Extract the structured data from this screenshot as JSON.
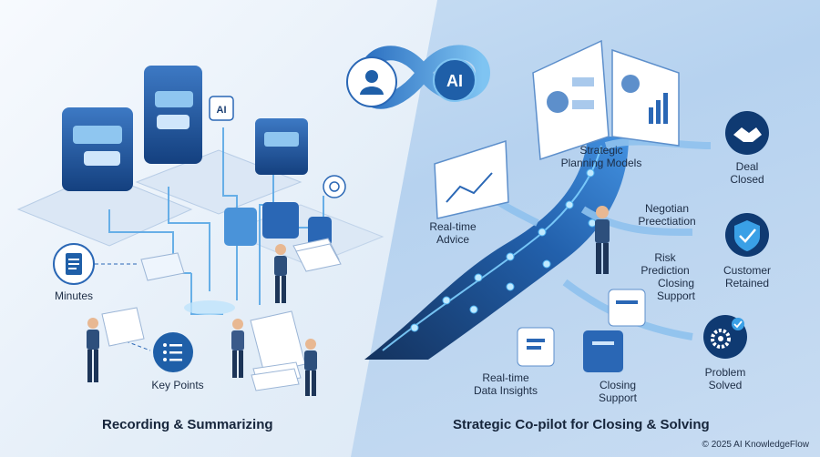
{
  "center": {
    "logo_text": "AI"
  },
  "left": {
    "chip_text": "AI",
    "labels": {
      "minutes": "Minutes",
      "key_points": "Key Points"
    },
    "title": "Recording & Summarizing"
  },
  "right": {
    "labels": {
      "strategic_planning": "Strategic\nPlanning Models",
      "realtime_advice": "Real-time\nAdvice",
      "negotiation": "Negotian\nPreectiation",
      "risk": "Risk\nPrediction",
      "closing_support_1": "Closing\nSupport",
      "realtime_data": "Real-time\nData Insights",
      "closing_support_2": "Closing\nSupport"
    },
    "outcomes": {
      "deal": "Deal\nClosed",
      "customer": "Customer\nRetained",
      "problem": "Problem\nSolved"
    },
    "title": "Strategic Co-pilot for Closing & Solving"
  },
  "footer": {
    "copyright": "© 2025 AI KnowledgeFlow"
  },
  "colors": {
    "accent": "#1f5fa8",
    "glow": "#46b4f0",
    "dark": "#0f2d55"
  },
  "icons": [
    "chat-bubble-icon",
    "ai-chip-icon",
    "document-icon",
    "list-icon",
    "gear-icon",
    "handshake-icon",
    "shield-check-icon",
    "infinity-logo-icon",
    "person-icon"
  ]
}
